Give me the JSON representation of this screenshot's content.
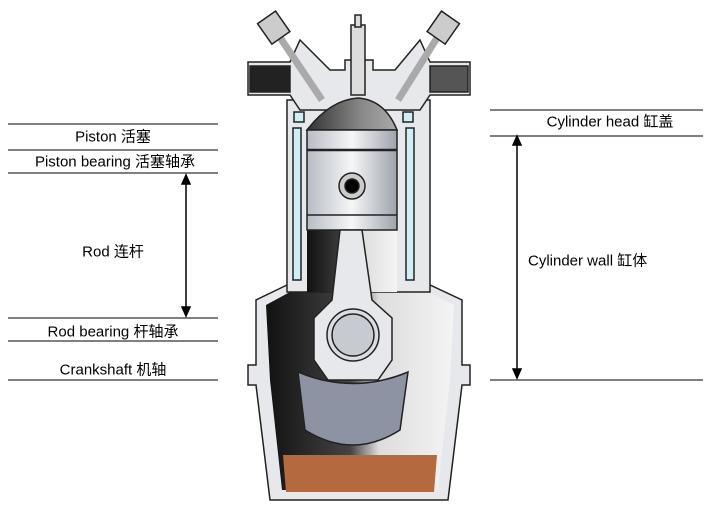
{
  "left_labels": {
    "piston": "Piston 活塞",
    "piston_bearing": "Piston bearing 活塞轴承",
    "rod": "Rod 连杆",
    "rod_bearing": "Rod bearing 杆轴承",
    "crankshaft": "Crankshaft 机轴"
  },
  "right_labels": {
    "cylinder_head": "Cylinder head 缸盖",
    "cylinder_wall": "Cylinder wall 缸体"
  },
  "colors": {
    "oil": "#b5693f",
    "coolant": "#cfeef5",
    "body": "#e6e8eb",
    "crank": "#8e93a3"
  }
}
